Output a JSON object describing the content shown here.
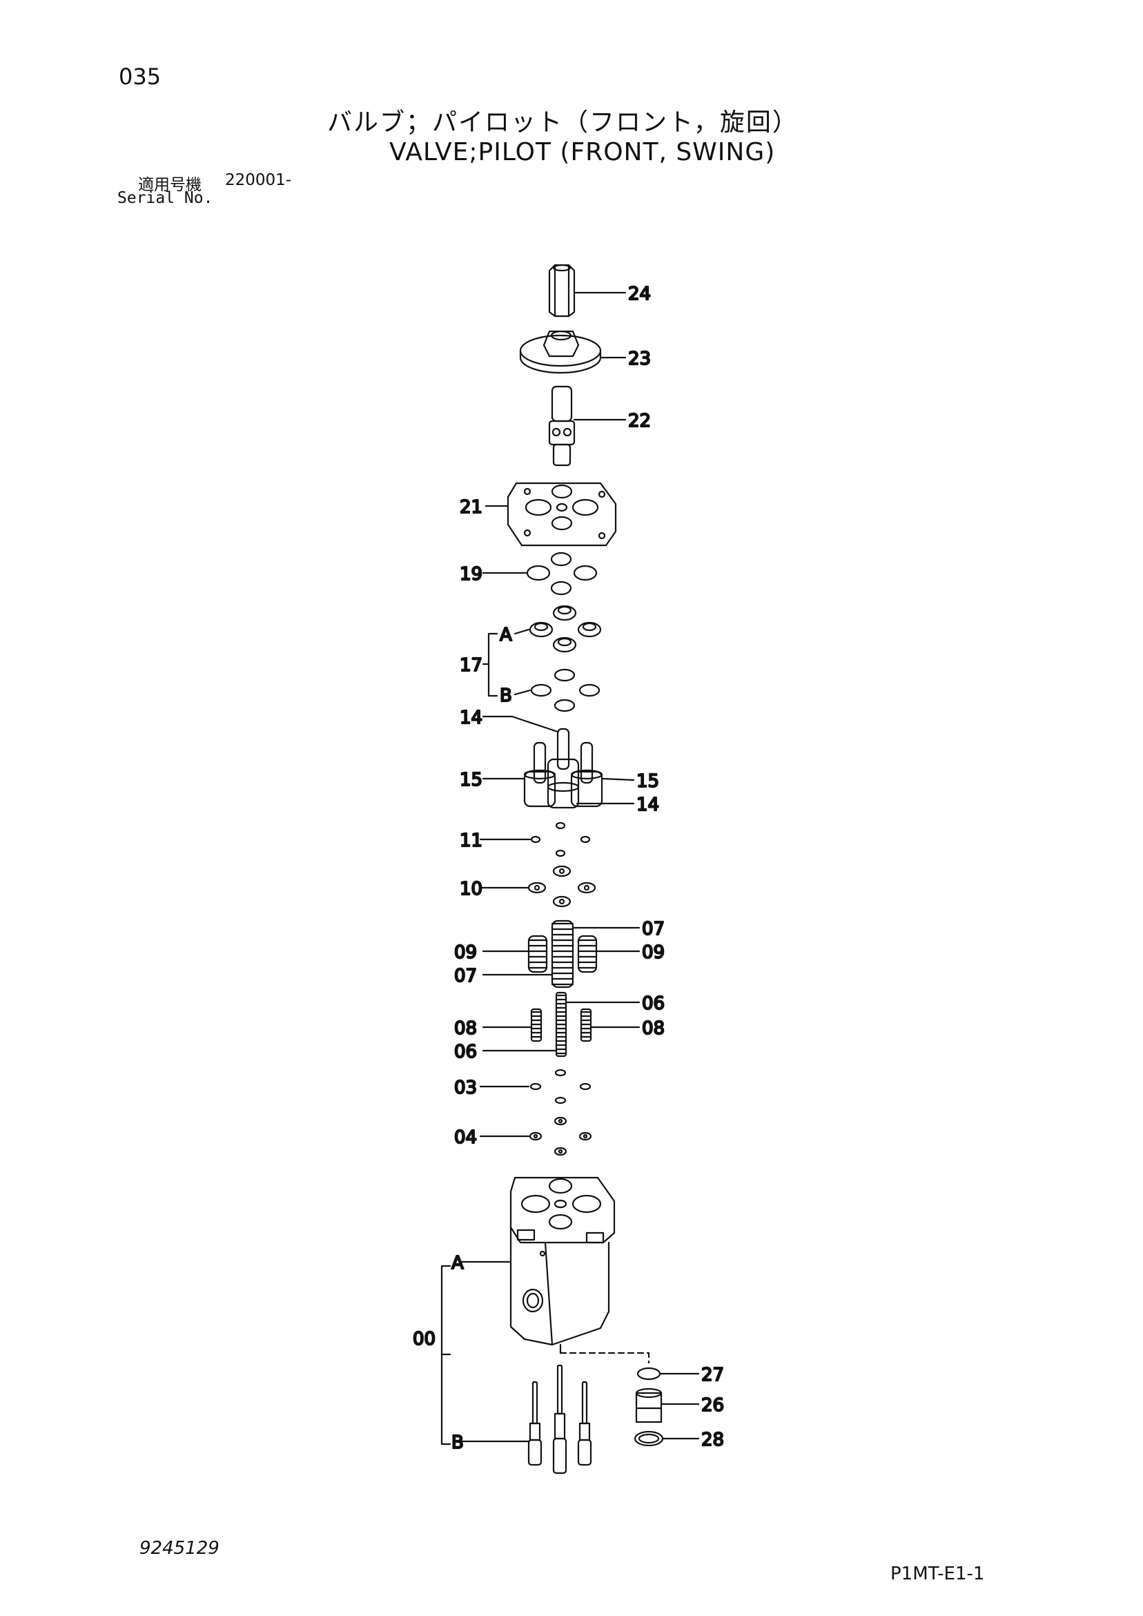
{
  "header": {
    "page_number": "035",
    "title_jp": "バルブ；パイロット（フロント，旋回）",
    "title_en": "VALVE;PILOT (FRONT, SWING)",
    "serial_label_jp": "適用号機",
    "serial_value": "220001-",
    "serial_label_en": "Serial No."
  },
  "footer": {
    "drawing_number": "9245129",
    "sheet_code": "P1MT-E1-1"
  },
  "callouts": {
    "p24": "24",
    "p23": "23",
    "p22": "22",
    "p21": "21",
    "p19": "19",
    "p17": "17",
    "p17a": "A",
    "p17b": "B",
    "p14": "14",
    "p15": "15",
    "p11": "11",
    "p10": "10",
    "p09": "09",
    "p07": "07",
    "p08": "08",
    "p06": "06",
    "p03": "03",
    "p04": "04",
    "p00": "00",
    "p00a": "A",
    "p00b": "B",
    "p27": "27",
    "p26": "26",
    "p28": "28"
  }
}
